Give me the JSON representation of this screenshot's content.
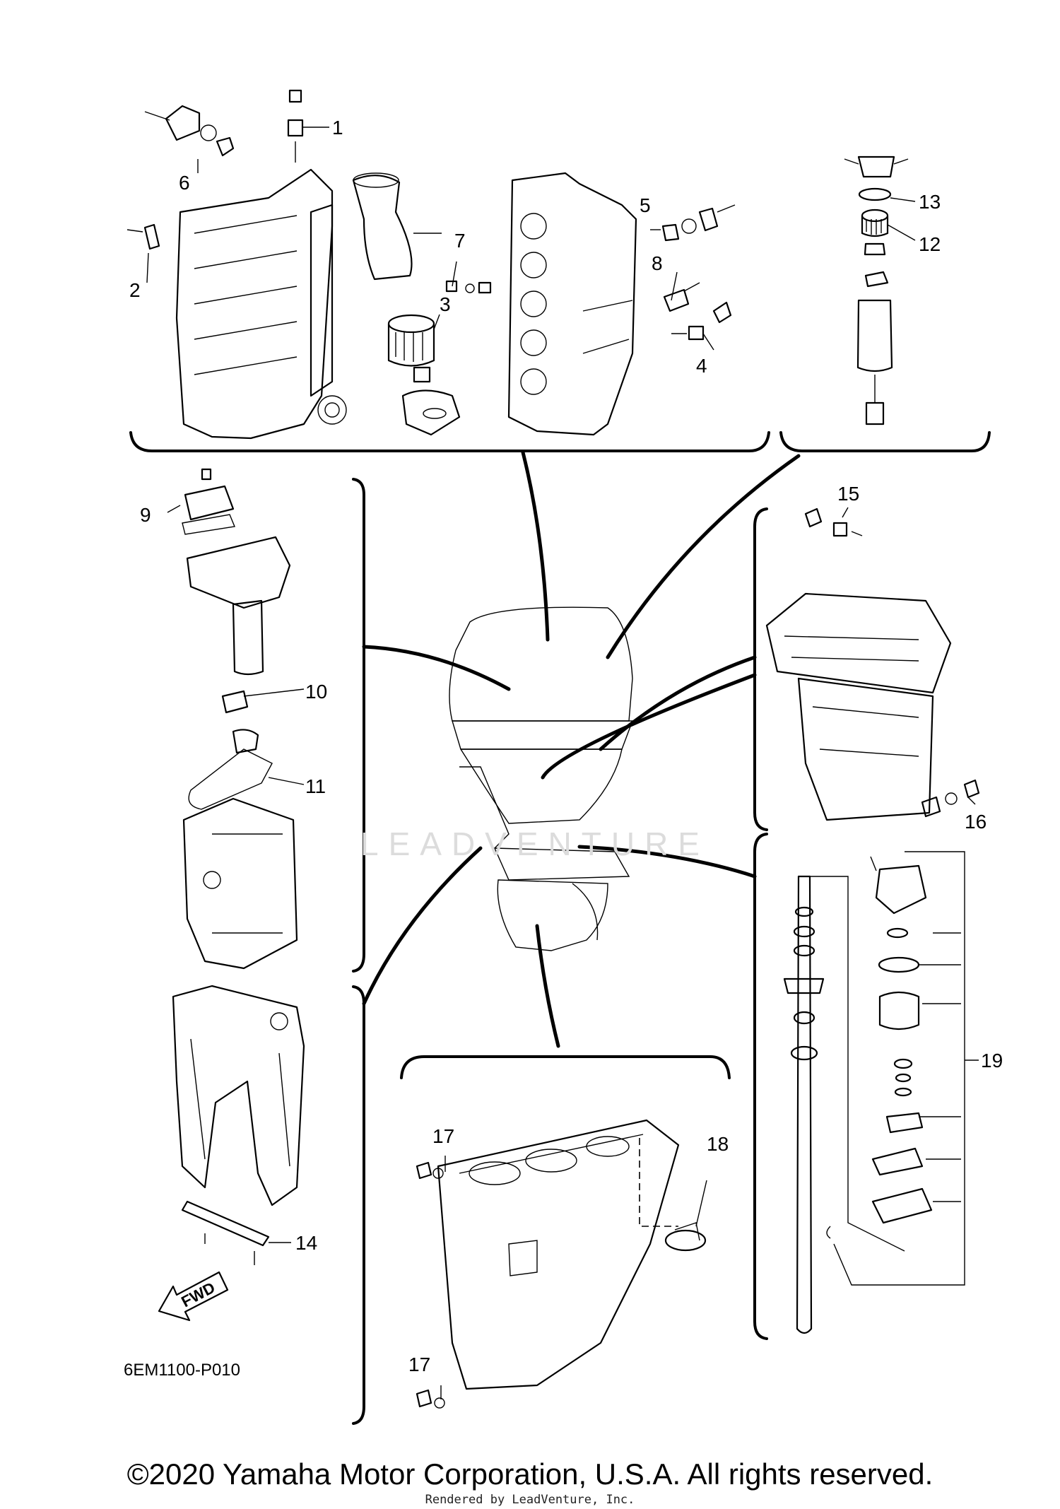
{
  "diagram_code": "6EM1100-P010",
  "callouts": [
    "1",
    "2",
    "3",
    "4",
    "5",
    "6",
    "7",
    "8",
    "9",
    "10",
    "11",
    "12",
    "13",
    "14",
    "15",
    "16",
    "17",
    "17",
    "18",
    "19"
  ],
  "fwd_label": "FWD",
  "watermark": "LEADVENTURE",
  "copyright": "©2020 Yamaha Motor Corporation, U.S.A. All rights reserved.",
  "rendered_by": "Rendered by LeadVenture, Inc."
}
